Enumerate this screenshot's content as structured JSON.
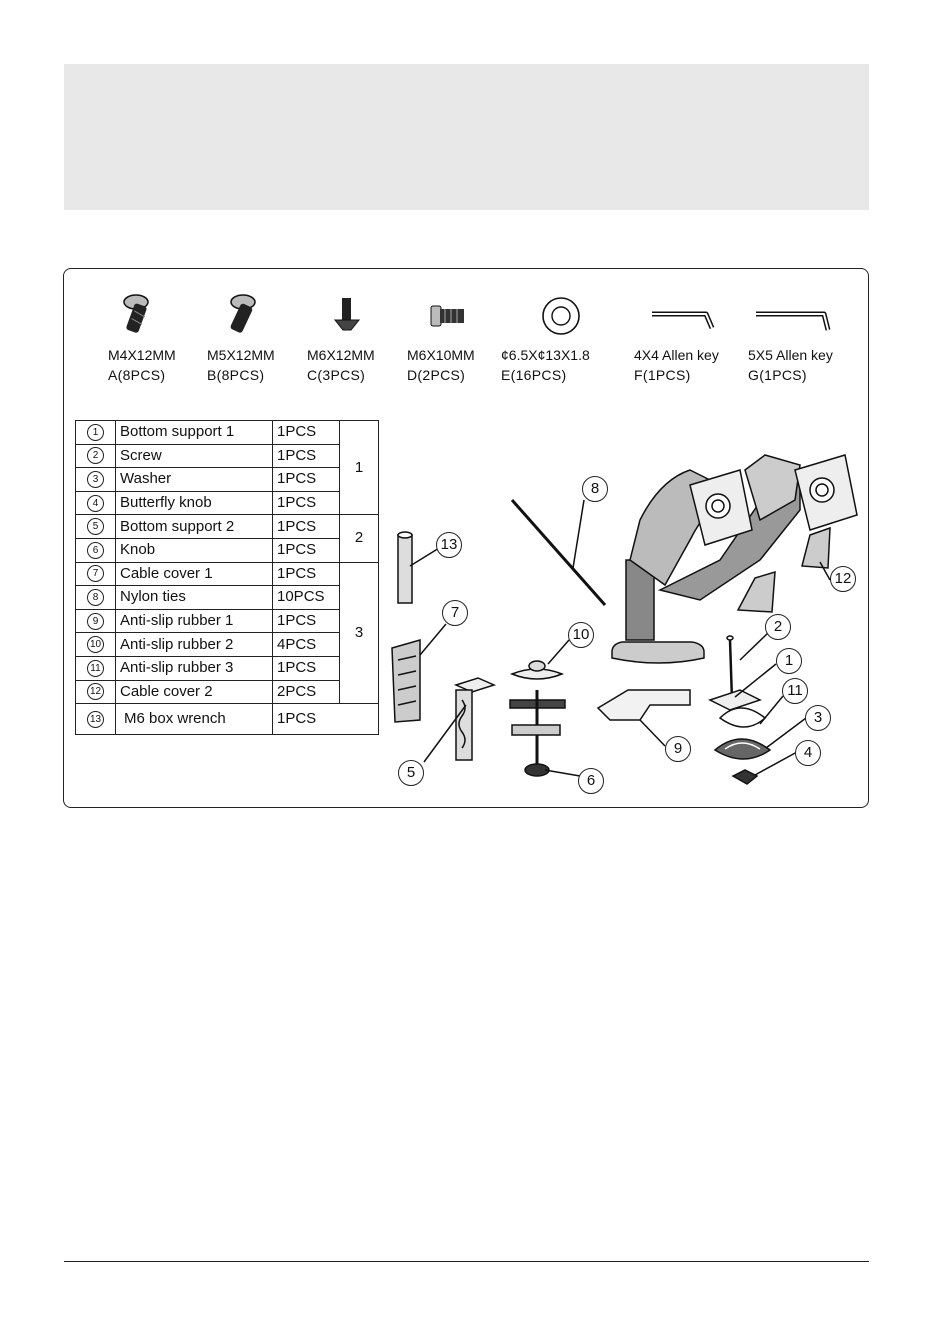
{
  "hardware": [
    {
      "spec": "M4X12MM",
      "qty": "A(8PCS)",
      "icon": "screw-icon"
    },
    {
      "spec": "M5X12MM",
      "qty": "B(8PCS)",
      "icon": "screw-icon"
    },
    {
      "spec": "M6X12MM",
      "qty": "C(3PCS)",
      "icon": "flat-screw-icon"
    },
    {
      "spec": "M6X10MM",
      "qty": "D(2PCS)",
      "icon": "bolt-icon"
    },
    {
      "spec": "¢6.5X¢13X1.8",
      "qty": "E(16PCS)",
      "icon": "washer-icon"
    },
    {
      "spec": "4X4 Allen key",
      "qty": "F(1PCS)",
      "icon": "allen-key-icon"
    },
    {
      "spec": "5X5 Allen key",
      "qty": "G(1PCS)",
      "icon": "allen-key-icon"
    }
  ],
  "parts": [
    {
      "num": "1",
      "name": "Bottom support 1",
      "qty": "1PCS"
    },
    {
      "num": "2",
      "name": "Screw",
      "qty": "1PCS"
    },
    {
      "num": "3",
      "name": "Washer",
      "qty": "1PCS"
    },
    {
      "num": "4",
      "name": "Butterfly knob",
      "qty": "1PCS"
    },
    {
      "num": "5",
      "name": "Bottom support 2",
      "qty": "1PCS"
    },
    {
      "num": "6",
      "name": "Knob",
      "qty": "1PCS"
    },
    {
      "num": "7",
      "name": "Cable cover 1",
      "qty": "1PCS"
    },
    {
      "num": "8",
      "name": "Nylon ties",
      "qty": "10PCS"
    },
    {
      "num": "9",
      "name": "Anti-slip rubber 1",
      "qty": "1PCS"
    },
    {
      "num": "10",
      "name": "Anti-slip rubber 2",
      "qty": "4PCS"
    },
    {
      "num": "11",
      "name": "Anti-slip rubber 3",
      "qty": "1PCS"
    },
    {
      "num": "12",
      "name": "Cable cover 2",
      "qty": "2PCS"
    },
    {
      "num": "13",
      "name": "M6 box wrench",
      "qty": "1PCS"
    }
  ],
  "groups": [
    "1",
    "2",
    "3"
  ],
  "callouts": [
    "8",
    "13",
    "7",
    "10",
    "12",
    "2",
    "1",
    "11",
    "3",
    "4",
    "9",
    "6",
    "5"
  ]
}
